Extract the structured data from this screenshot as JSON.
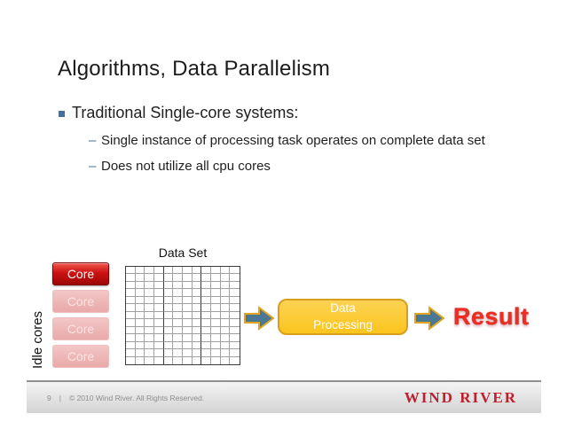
{
  "slide": {
    "title": "Algorithms, Data Parallelism",
    "bullet": "Traditional Single-core systems:",
    "dash_marker": "–",
    "sub_bullets": [
      "Single instance of processing task operates on complete data set",
      "Does not utilize all cpu cores"
    ]
  },
  "diagram": {
    "idle_cores_label": "Idle cores",
    "data_set_label": "Data Set",
    "cores": [
      {
        "label": "Core",
        "state": "active"
      },
      {
        "label": "Core",
        "state": "idle"
      },
      {
        "label": "Core",
        "state": "idle"
      },
      {
        "label": "Core",
        "state": "idle"
      }
    ],
    "grid": {
      "columns": 12,
      "rows": 13,
      "thick_every": 4
    },
    "processing_label": "Data\nProcessing",
    "result_label": "Result"
  },
  "footer": {
    "page_number": "9",
    "separator": "|",
    "copyright": "© 2010 Wind River. All Rights Reserved.",
    "logo": "WIND RIVER"
  },
  "colors": {
    "core_active": "#cc1212",
    "core_idle": "#e9a9a9",
    "arrow_fill": "#4b7694",
    "arrow_outline": "#dfa620",
    "process_fill": "#fbc51e",
    "process_border": "#d89f1f",
    "result_red": "#ed2c23",
    "logo_red": "#be1e2d",
    "bullet_marker": "#4a6f96",
    "grid_thin": "#a0a0a0",
    "grid_thick": "#3a3a3a",
    "footer_gray": "#8f8f8f"
  }
}
